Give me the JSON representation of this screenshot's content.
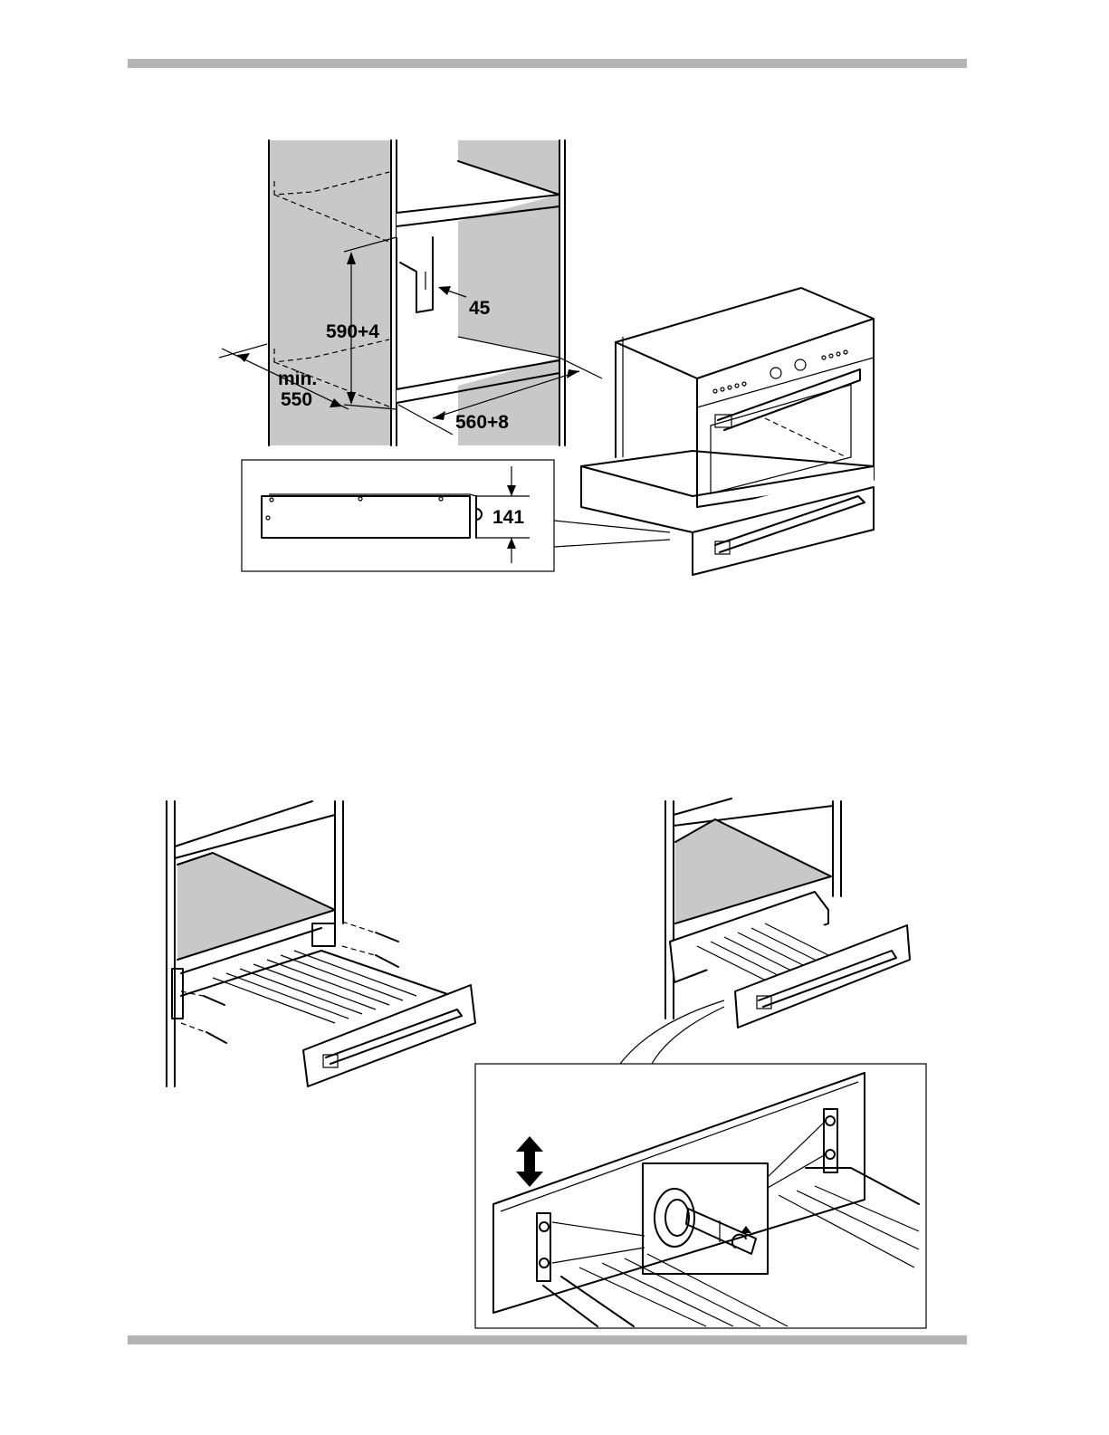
{
  "dimensions": {
    "niche_height": "590+4",
    "depth_label": "min.",
    "depth_value": "550",
    "niche_width": "560+8",
    "bracket_offset": "45",
    "drawer_height": "141"
  },
  "footer": {
    "bottom_rule_color": "#b4b4b4"
  },
  "colors": {
    "rule": "#b4b4b4",
    "panel_shade": "#c8c8c8",
    "ink": "#000000"
  }
}
